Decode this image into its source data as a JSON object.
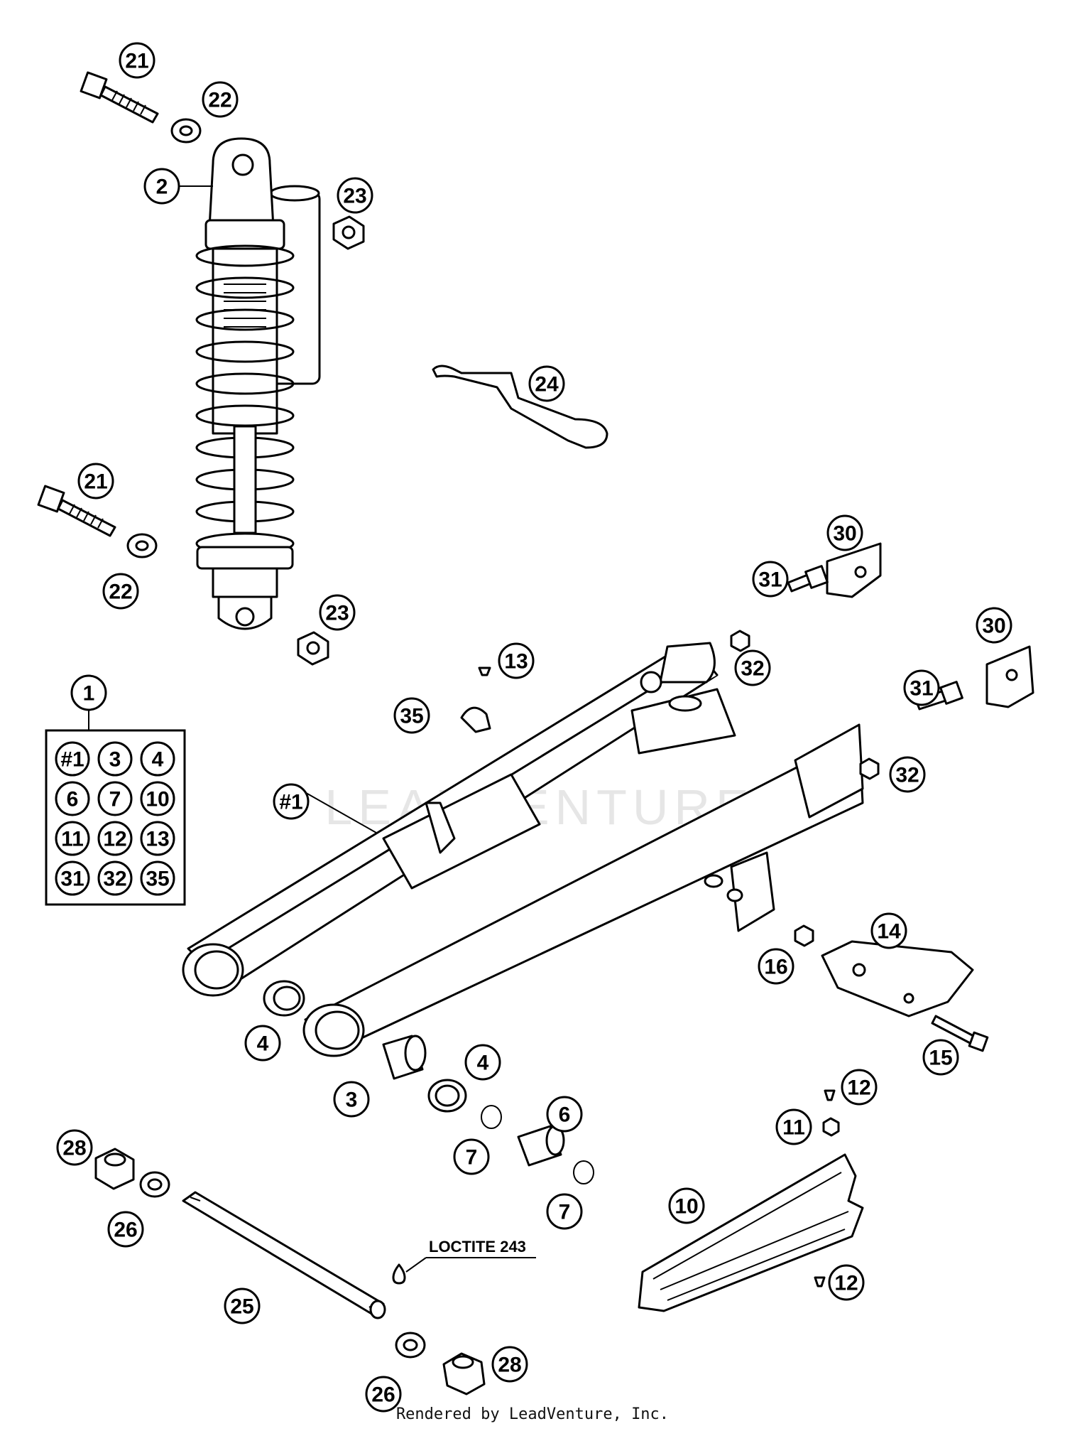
{
  "callouts": [
    {
      "label": "21"
    },
    {
      "label": "22"
    },
    {
      "label": "2"
    },
    {
      "label": "23"
    },
    {
      "label": "24"
    },
    {
      "label": "21"
    },
    {
      "label": "22"
    },
    {
      "label": "23"
    },
    {
      "label": "1"
    },
    {
      "label": "13"
    },
    {
      "label": "35"
    },
    {
      "label": "30"
    },
    {
      "label": "31"
    },
    {
      "label": "32"
    },
    {
      "label": "30"
    },
    {
      "label": "31"
    },
    {
      "label": "32"
    },
    {
      "label": "#1"
    },
    {
      "label": "14"
    },
    {
      "label": "16"
    },
    {
      "label": "15"
    },
    {
      "label": "4"
    },
    {
      "label": "4"
    },
    {
      "label": "3"
    },
    {
      "label": "6"
    },
    {
      "label": "7"
    },
    {
      "label": "7"
    },
    {
      "label": "12"
    },
    {
      "label": "11"
    },
    {
      "label": "10"
    },
    {
      "label": "12"
    },
    {
      "label": "28"
    },
    {
      "label": "26"
    },
    {
      "label": "25"
    },
    {
      "label": "26"
    },
    {
      "label": "28"
    }
  ],
  "kit_box": {
    "items": [
      "#1",
      "3",
      "4",
      "6",
      "7",
      "10",
      "11",
      "12",
      "13",
      "31",
      "32",
      "35"
    ]
  },
  "loctite_label": "LOCTITE 243",
  "watermark": "LEADVENTURE",
  "footer": "Rendered by LeadVenture, Inc."
}
